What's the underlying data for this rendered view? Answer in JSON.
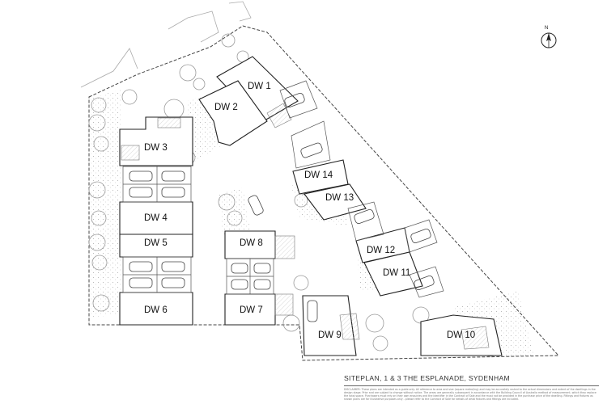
{
  "title": "SITEPLAN, 1 & 3 THE ESPLANADE, SYDENHAM",
  "disclaimer": "DISCLAIMER: These plans are intended as a guide only. All reference to area and size (square metre/ing) and may be accurately routed to the actual dimensions and extent of the dwellings in the design stage. Prior and are subject to change without notice. The areas are generally subsequent in accordance with the Building Council of Australia method of measurement, which they replace the total space. Purchasers must rely on their own enquiries and the identifier in the Contract of Sale and the must not be provided in the purchase price of the dwelling. Fittings and fixtures as shown plans are for illustrative purposes only - please refer to the Contract of Sale for details of what fixtures and fittings are included.",
  "north_label": "N",
  "dwellings": [
    {
      "id": "dw1",
      "label": "DW 1"
    },
    {
      "id": "dw2",
      "label": "DW 2"
    },
    {
      "id": "dw3",
      "label": "DW 3"
    },
    {
      "id": "dw4",
      "label": "DW 4"
    },
    {
      "id": "dw5",
      "label": "DW 5"
    },
    {
      "id": "dw6",
      "label": "DW 6"
    },
    {
      "id": "dw7",
      "label": "DW 7"
    },
    {
      "id": "dw8",
      "label": "DW 8"
    },
    {
      "id": "dw9",
      "label": "DW 9"
    },
    {
      "id": "dw10",
      "label": "DW 10"
    },
    {
      "id": "dw11",
      "label": "DW 11"
    },
    {
      "id": "dw12",
      "label": "DW 12"
    },
    {
      "id": "dw13",
      "label": "DW 13"
    },
    {
      "id": "dw14",
      "label": "DW 14"
    }
  ]
}
